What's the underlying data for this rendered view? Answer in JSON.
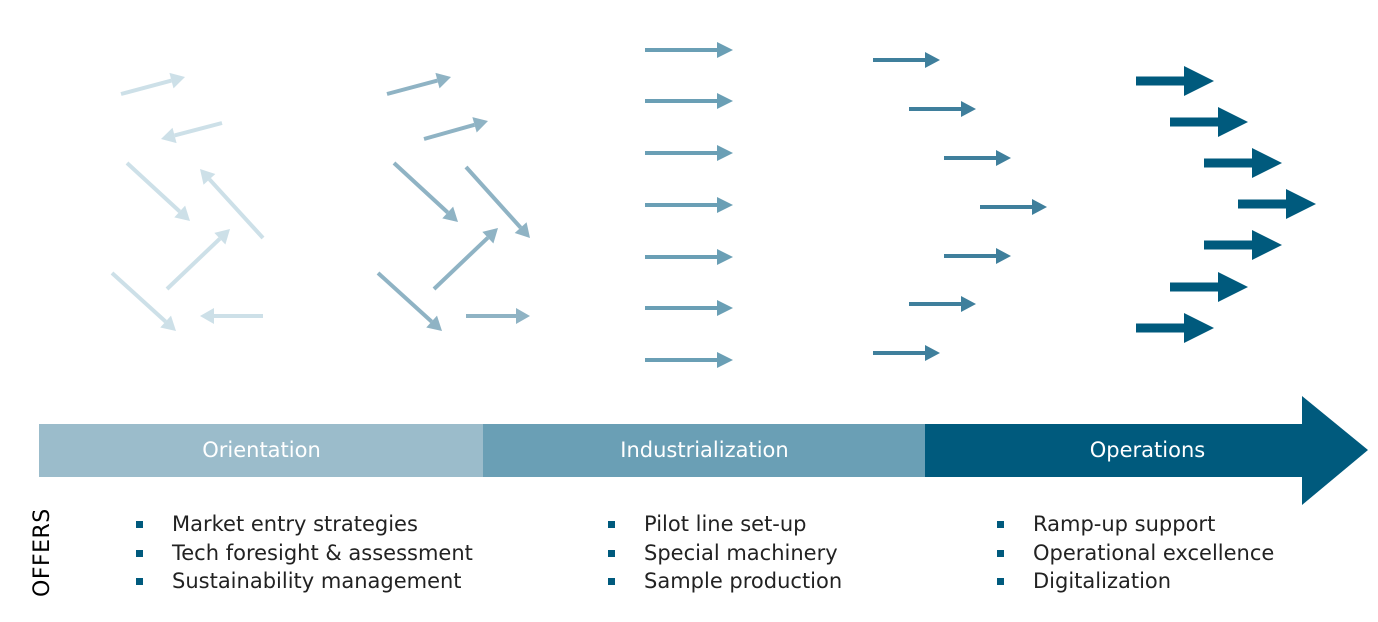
{
  "colors": {
    "orientation": "#9bbccb",
    "industrialization": "#6a9fb5",
    "operations": "#005a7d",
    "arrows_light": "#cde0e8",
    "arrows_mid": "#8fb3c4",
    "arrows_industrial": "#6a9fb5",
    "arrows_dark_mid": "#3f7f9c",
    "arrows_dark": "#005a7d"
  },
  "phases": [
    {
      "label": "Orientation"
    },
    {
      "label": "Industrialization"
    },
    {
      "label": "Operations"
    }
  ],
  "offers_title": "OFFERS",
  "offers": [
    {
      "items": [
        "Market entry strategies",
        "Tech foresight & assessment",
        "Sustainability management"
      ]
    },
    {
      "items": [
        "Pilot line set-up",
        "Special machinery",
        "Sample production"
      ]
    },
    {
      "items": [
        "Ramp-up support",
        "Operational excellence",
        "Digitalization"
      ]
    }
  ]
}
